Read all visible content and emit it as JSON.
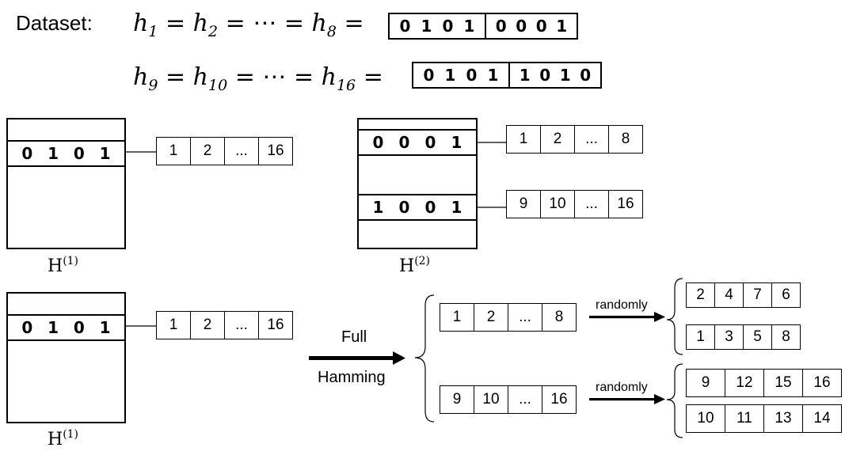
{
  "dataset_label": "Dataset:",
  "eq1": {
    "lhs": [
      "h",
      "1",
      "h",
      "2",
      "h",
      "8"
    ],
    "dots": "⋯",
    "bits_a": [
      "0",
      "1",
      "0",
      "1"
    ],
    "bits_b": [
      "0",
      "0",
      "0",
      "1"
    ]
  },
  "eq2": {
    "lhs": [
      "h",
      "9",
      "h",
      "10",
      "h",
      "16"
    ],
    "dots": "⋯",
    "bits_a": [
      "0",
      "1",
      "0",
      "1"
    ],
    "bits_b": [
      "1",
      "0",
      "1",
      "0"
    ]
  },
  "tables": {
    "h1_top": {
      "row_bits": [
        "0",
        "1",
        "0",
        "1"
      ],
      "bucket": [
        "1",
        "2",
        "...",
        "16"
      ],
      "caption_base": "H",
      "caption_sup": "(1)"
    },
    "h2": {
      "row1_bits": [
        "0",
        "0",
        "0",
        "1"
      ],
      "row2_bits": [
        "1",
        "0",
        "0",
        "1"
      ],
      "bucket1": [
        "1",
        "2",
        "...",
        "8"
      ],
      "bucket2": [
        "9",
        "10",
        "...",
        "16"
      ],
      "caption_base": "H",
      "caption_sup": "(2)"
    },
    "h1_bottom": {
      "row_bits": [
        "0",
        "1",
        "0",
        "1"
      ],
      "bucket": [
        "1",
        "2",
        "...",
        "16"
      ],
      "caption_base": "H",
      "caption_sup": "(1)"
    }
  },
  "arrow": {
    "label_top": "Full",
    "label_bottom": "Hamming"
  },
  "groups": [
    {
      "cells": [
        "1",
        "2",
        "...",
        "8"
      ],
      "arrow_label": "randomly",
      "out1": [
        "2",
        "4",
        "7",
        "6"
      ],
      "out2": [
        "1",
        "3",
        "5",
        "8"
      ]
    },
    {
      "cells": [
        "9",
        "10",
        "...",
        "16"
      ],
      "arrow_label": "randomly",
      "out1": [
        "9",
        "12",
        "15",
        "16"
      ],
      "out2": [
        "10",
        "11",
        "13",
        "14"
      ]
    }
  ]
}
